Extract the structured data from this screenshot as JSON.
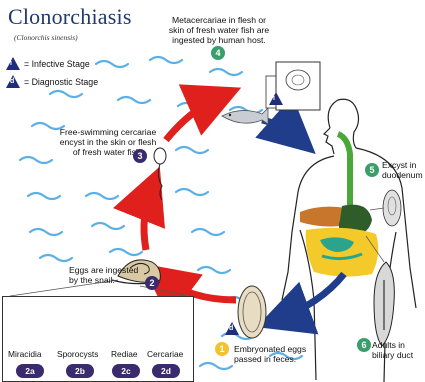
{
  "title": "Clonorchiasis",
  "subtitle": "(Clonorchis sinensis)",
  "legend": {
    "infective": {
      "symbol": "i",
      "label": "= Infective Stage"
    },
    "diagnostic": {
      "symbol": "d",
      "label": "= Diagnostic Stage"
    }
  },
  "steps": {
    "s1": {
      "text1": "Embryonated eggs",
      "text2": "passed in feces.",
      "number": "1"
    },
    "s2": {
      "text1": "Eggs are ingested",
      "text2": "by the snail.",
      "number": "2"
    },
    "s3": {
      "text1": "Free-swimming cercariae",
      "text2": "encyst in the skin or flesh",
      "text3": "of fresh water fish.",
      "number": "3"
    },
    "s4": {
      "text1": "Metacercariae in flesh or",
      "text2": "skin of fresh water fish are",
      "text3": "ingested by human host.",
      "number": "4"
    },
    "s5": {
      "text1": "Excyst in",
      "text2": "duodenum",
      "number": "5"
    },
    "s6": {
      "text1": "Adults in",
      "text2": "biliary duct",
      "number": "6"
    }
  },
  "snail_stages": [
    {
      "label": "Miracidia",
      "badge": "2a"
    },
    {
      "label": "Sporocysts",
      "badge": "2b"
    },
    {
      "label": "Rediae",
      "badge": "2c"
    },
    {
      "label": "Cercariae",
      "badge": "2d"
    }
  ],
  "markers": {
    "diagnostic": "d",
    "infective": "i"
  },
  "colors": {
    "title": "#1f3a6e",
    "water": "#5ab0e6",
    "cycle_arrow_red": "#e0201c",
    "cycle_arrow_blue": "#1f3d8a",
    "badge_green": "#3a9e6b",
    "badge_yellow": "#f2c230",
    "badge_purple": "#3a2a6e",
    "badge_navy": "#1f2d7a"
  }
}
